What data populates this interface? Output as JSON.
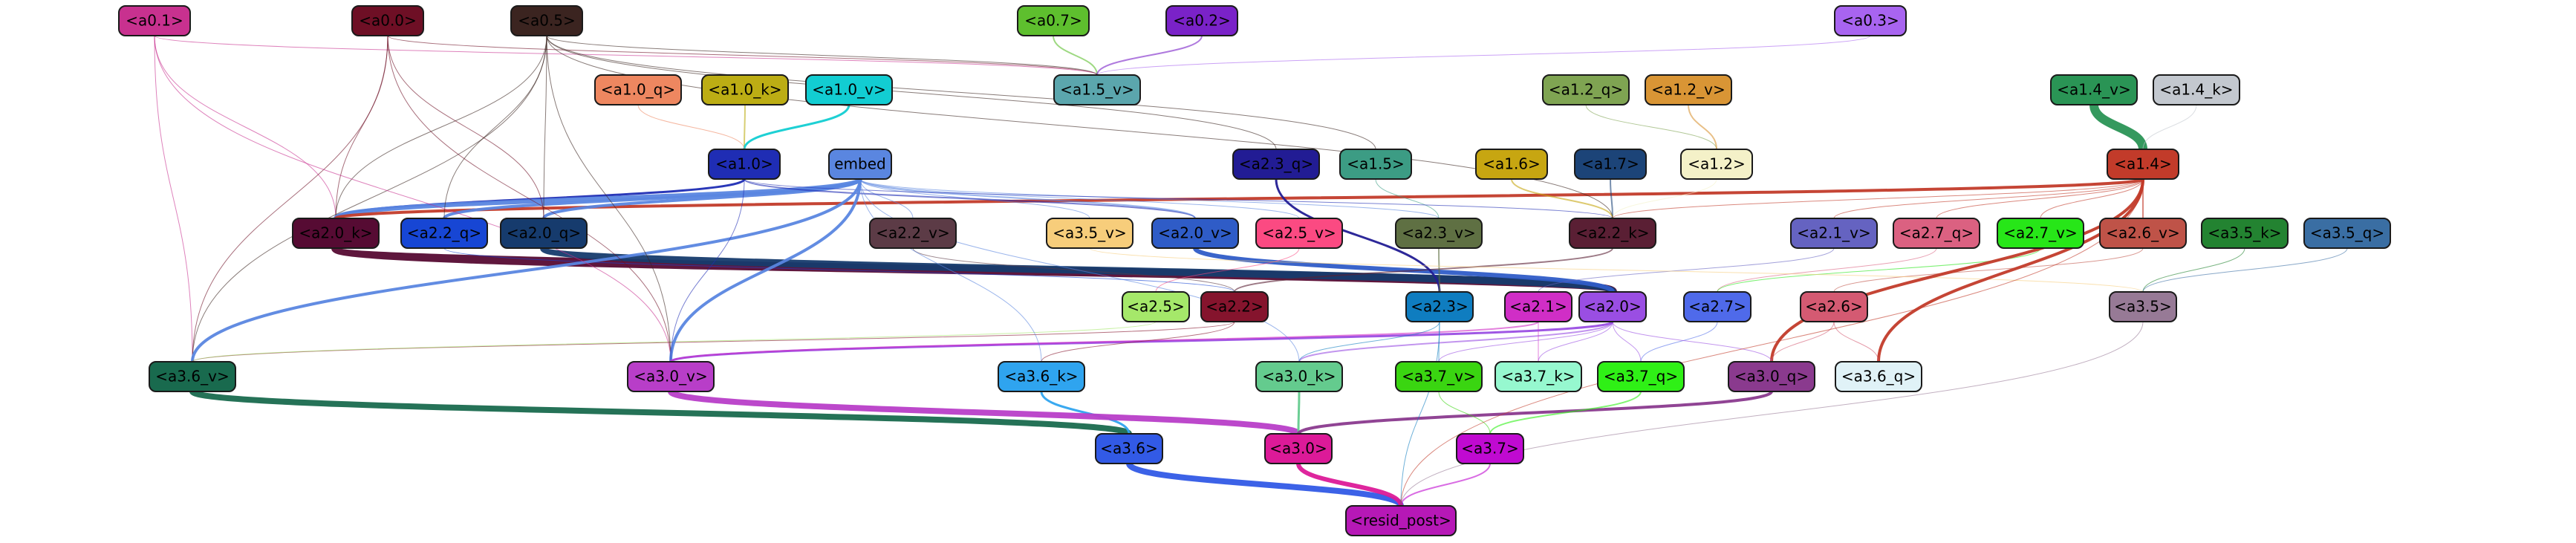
{
  "nodes": [
    {
      "id": "a0_1",
      "label": "<a0.1>",
      "fill": "#c8318f",
      "text": "#000000"
    },
    {
      "id": "a0_0",
      "label": "<a0.0>",
      "fill": "#6e0f25",
      "text": "#000000"
    },
    {
      "id": "a0_5",
      "label": "<a0.5>",
      "fill": "#3b2420",
      "text": "#000000"
    },
    {
      "id": "a0_7",
      "label": "<a0.7>",
      "fill": "#5ebf2e",
      "text": "#000000"
    },
    {
      "id": "a0_2",
      "label": "<a0.2>",
      "fill": "#7a22c8",
      "text": "#000000"
    },
    {
      "id": "a0_3",
      "label": "<a0.3>",
      "fill": "#a864f0",
      "text": "#000000"
    },
    {
      "id": "a1_5_v",
      "label": "<a1.5_v>",
      "fill": "#5ba6ad",
      "text": "#000000"
    },
    {
      "id": "a1_0_q",
      "label": "<a1.0_q>",
      "fill": "#ee8760",
      "text": "#000000"
    },
    {
      "id": "a1_0_k",
      "label": "<a1.0_k>",
      "fill": "#bcad14",
      "text": "#000000"
    },
    {
      "id": "a1_0_v",
      "label": "<a1.0_v>",
      "fill": "#12cdd2",
      "text": "#000000"
    },
    {
      "id": "a1_2_q",
      "label": "<a1.2_q>",
      "fill": "#7fa452",
      "text": "#000000"
    },
    {
      "id": "a1_2_v",
      "label": "<a1.2_v>",
      "fill": "#d99535",
      "text": "#000000"
    },
    {
      "id": "a1_4_v",
      "label": "<a1.4_v>",
      "fill": "#2a9455",
      "text": "#000000"
    },
    {
      "id": "a1_4_k",
      "label": "<a1.4_k>",
      "fill": "#c3c8cf",
      "text": "#000000"
    },
    {
      "id": "a1_0",
      "label": "<a1.0>",
      "fill": "#1f2db4",
      "text": "#000000"
    },
    {
      "id": "embed",
      "label": "embed",
      "fill": "#5a86e0",
      "text": "#000000"
    },
    {
      "id": "a2_3_q",
      "label": "<a2.3_q>",
      "fill": "#221c94",
      "text": "#000000"
    },
    {
      "id": "a1_5",
      "label": "<a1.5>",
      "fill": "#3c9c84",
      "text": "#000000"
    },
    {
      "id": "a1_6",
      "label": "<a1.6>",
      "fill": "#c7a611",
      "text": "#000000"
    },
    {
      "id": "a1_7",
      "label": "<a1.7>",
      "fill": "#1c4478",
      "text": "#000000"
    },
    {
      "id": "a1_2",
      "label": "<a1.2>",
      "fill": "#f4f1c8",
      "text": "#000000"
    },
    {
      "id": "a1_4",
      "label": "<a1.4>",
      "fill": "#c23b2a",
      "text": "#000000"
    },
    {
      "id": "a2_0_k",
      "label": "<a2.0_k>",
      "fill": "#560b33",
      "text": "#000000"
    },
    {
      "id": "a2_2_q",
      "label": "<a2.2_q>",
      "fill": "#1746d4",
      "text": "#000000"
    },
    {
      "id": "a2_0_q",
      "label": "<a2.0_q>",
      "fill": "#163b6d",
      "text": "#000000"
    },
    {
      "id": "a2_2_v",
      "label": "<a2.2_v>",
      "fill": "#5c3b46",
      "text": "#000000"
    },
    {
      "id": "a3_5_v",
      "label": "<a3.5_v>",
      "fill": "#f7cd7b",
      "text": "#000000"
    },
    {
      "id": "a2_0_v",
      "label": "<a2.0_v>",
      "fill": "#2f5cc7",
      "text": "#000000"
    },
    {
      "id": "a2_5_v",
      "label": "<a2.5_v>",
      "fill": "#fb4a82",
      "text": "#000000"
    },
    {
      "id": "a2_3_v",
      "label": "<a2.3_v>",
      "fill": "#5f7043",
      "text": "#000000"
    },
    {
      "id": "a2_2_k",
      "label": "<a2.2_k>",
      "fill": "#5a1f34",
      "text": "#000000"
    },
    {
      "id": "a2_1_v",
      "label": "<a2.1_v>",
      "fill": "#6563c1",
      "text": "#000000"
    },
    {
      "id": "a2_7_q",
      "label": "<a2.7_q>",
      "fill": "#db6181",
      "text": "#000000"
    },
    {
      "id": "a2_7_v",
      "label": "<a2.7_v>",
      "fill": "#27e618",
      "text": "#000000"
    },
    {
      "id": "a2_6_v",
      "label": "<a2.6_v>",
      "fill": "#bf5348",
      "text": "#000000"
    },
    {
      "id": "a3_5_k",
      "label": "<a3.5_k>",
      "fill": "#238331",
      "text": "#000000"
    },
    {
      "id": "a3_5_q",
      "label": "<a3.5_q>",
      "fill": "#3a6ea3",
      "text": "#000000"
    },
    {
      "id": "a2_5",
      "label": "<a2.5>",
      "fill": "#a5e86a",
      "text": "#000000"
    },
    {
      "id": "a2_2",
      "label": "<a2.2>",
      "fill": "#85142d",
      "text": "#000000"
    },
    {
      "id": "a2_3",
      "label": "<a2.3>",
      "fill": "#0f7dc0",
      "text": "#000000"
    },
    {
      "id": "a2_1",
      "label": "<a2.1>",
      "fill": "#d02ec6",
      "text": "#000000"
    },
    {
      "id": "a2_0",
      "label": "<a2.0>",
      "fill": "#9a4ee3",
      "text": "#000000"
    },
    {
      "id": "a2_7",
      "label": "<a2.7>",
      "fill": "#4f6aea",
      "text": "#000000"
    },
    {
      "id": "a2_6",
      "label": "<a2.6>",
      "fill": "#d45a72",
      "text": "#000000"
    },
    {
      "id": "a3_5",
      "label": "<a3.5>",
      "fill": "#977a96",
      "text": "#000000"
    },
    {
      "id": "a3_6_v",
      "label": "<a3.6_v>",
      "fill": "#196a4e",
      "text": "#000000"
    },
    {
      "id": "a3_0_v",
      "label": "<a3.0_v>",
      "fill": "#b83ec8",
      "text": "#000000"
    },
    {
      "id": "a3_6_k",
      "label": "<a3.6_k>",
      "fill": "#2fa4ef",
      "text": "#000000"
    },
    {
      "id": "a3_0_k",
      "label": "<a3.0_k>",
      "fill": "#64cb8e",
      "text": "#000000"
    },
    {
      "id": "a3_7_v",
      "label": "<a3.7_v>",
      "fill": "#3ad511",
      "text": "#000000"
    },
    {
      "id": "a3_7_k",
      "label": "<a3.7_k>",
      "fill": "#96f8cf",
      "text": "#000000"
    },
    {
      "id": "a3_7_q",
      "label": "<a3.7_q>",
      "fill": "#2ff016",
      "text": "#000000"
    },
    {
      "id": "a3_0_q",
      "label": "<a3.0_q>",
      "fill": "#8a3a8e",
      "text": "#000000"
    },
    {
      "id": "a3_6_q",
      "label": "<a3.6_q>",
      "fill": "#e0f2f7",
      "text": "#000000"
    },
    {
      "id": "a3_6",
      "label": "<a3.6>",
      "fill": "#325ae6",
      "text": "#000000"
    },
    {
      "id": "a3_0",
      "label": "<a3.0>",
      "fill": "#dc1a98",
      "text": "#000000"
    },
    {
      "id": "a3_7",
      "label": "<a3.7>",
      "fill": "#c00ad1",
      "text": "#000000"
    },
    {
      "id": "resid_post",
      "label": "<resid_post>",
      "fill": "#b618b6",
      "text": "#000000"
    }
  ],
  "edges": [
    {
      "from": "a0_7",
      "to": "a1_5_v",
      "color": "#5ebf2e",
      "width": 2
    },
    {
      "from": "a0_2",
      "to": "a1_5_v",
      "color": "#7a22c8",
      "width": 2
    },
    {
      "from": "a0_3",
      "to": "a1_5_v",
      "color": "#a864f0",
      "width": 1
    },
    {
      "from": "a0_0",
      "to": "a1_5_v",
      "color": "#6e0f25",
      "width": 1
    },
    {
      "from": "a0_1",
      "to": "a1_5_v",
      "color": "#c8318f",
      "width": 1
    },
    {
      "from": "a0_5",
      "to": "a1_5_v",
      "color": "#3b2420",
      "width": 1
    },
    {
      "from": "a1_0_k",
      "to": "a1_0",
      "color": "#bcad14",
      "width": 2
    },
    {
      "from": "a1_0_v",
      "to": "a1_0",
      "color": "#12cdd2",
      "width": 3
    },
    {
      "from": "a1_0_q",
      "to": "a1_0",
      "color": "#ee8760",
      "width": 1
    },
    {
      "from": "a1_2_q",
      "to": "a1_2",
      "color": "#7fa452",
      "width": 1
    },
    {
      "from": "a1_2_v",
      "to": "a1_2",
      "color": "#d99535",
      "width": 2
    },
    {
      "from": "a1_4_v",
      "to": "a1_4",
      "color": "#2a9455",
      "width": 12
    },
    {
      "from": "a1_4_k",
      "to": "a1_4",
      "color": "#c3c8cf",
      "width": 1
    },
    {
      "from": "a0_5",
      "to": "a2_3_q",
      "color": "#3b2420",
      "width": 1
    },
    {
      "from": "a0_5",
      "to": "a1_5",
      "color": "#3b2420",
      "width": 1
    },
    {
      "from": "a0_0",
      "to": "a2_0_k",
      "color": "#6e0f25",
      "width": 1
    },
    {
      "from": "a0_1",
      "to": "a2_0_k",
      "color": "#c8318f",
      "width": 1
    },
    {
      "from": "a0_5",
      "to": "a2_0_k",
      "color": "#3b2420",
      "width": 1
    },
    {
      "from": "a1_0",
      "to": "a2_0_k",
      "color": "#1f2db4",
      "width": 3
    },
    {
      "from": "embed",
      "to": "a2_0_k",
      "color": "#5a86e0",
      "width": 6
    },
    {
      "from": "a1_4",
      "to": "a2_0_k",
      "color": "#c23b2a",
      "width": 4
    },
    {
      "from": "embed",
      "to": "a2_2_q",
      "color": "#5a86e0",
      "width": 4
    },
    {
      "from": "a0_5",
      "to": "a2_2_q",
      "color": "#3b2420",
      "width": 1
    },
    {
      "from": "embed",
      "to": "a2_0_q",
      "color": "#5a86e0",
      "width": 4
    },
    {
      "from": "a0_5",
      "to": "a2_0_q",
      "color": "#3b2420",
      "width": 1
    },
    {
      "from": "a0_0",
      "to": "a2_0_q",
      "color": "#6e0f25",
      "width": 1
    },
    {
      "from": "embed",
      "to": "a2_2_v",
      "color": "#5a86e0",
      "width": 1
    },
    {
      "from": "embed",
      "to": "a3_5_v",
      "color": "#5a86e0",
      "width": 1
    },
    {
      "from": "a1_0",
      "to": "a2_0_v",
      "color": "#1f2db4",
      "width": 2
    },
    {
      "from": "embed",
      "to": "a2_0_v",
      "color": "#5a86e0",
      "width": 2
    },
    {
      "from": "embed",
      "to": "a2_5_v",
      "color": "#5a86e0",
      "width": 1
    },
    {
      "from": "embed",
      "to": "a2_3_v",
      "color": "#5a86e0",
      "width": 1
    },
    {
      "from": "a1_5",
      "to": "a2_3_v",
      "color": "#3c9c84",
      "width": 1
    },
    {
      "from": "a1_7",
      "to": "a2_2_k",
      "color": "#1c4478",
      "width": 2
    },
    {
      "from": "a1_6",
      "to": "a2_2_k",
      "color": "#c7a611",
      "width": 2
    },
    {
      "from": "a1_2",
      "to": "a2_2_k",
      "color": "#f4f1c8",
      "width": 1
    },
    {
      "from": "a1_0",
      "to": "a2_2_k",
      "color": "#1f2db4",
      "width": 1
    },
    {
      "from": "a1_4",
      "to": "a2_2_k",
      "color": "#c23b2a",
      "width": 1
    },
    {
      "from": "a0_5",
      "to": "a2_2_k",
      "color": "#3b2420",
      "width": 1
    },
    {
      "from": "a1_4",
      "to": "a2_1_v",
      "color": "#c23b2a",
      "width": 1
    },
    {
      "from": "a1_4",
      "to": "a2_7_q",
      "color": "#c23b2a",
      "width": 1
    },
    {
      "from": "a1_4",
      "to": "a2_7_v",
      "color": "#c23b2a",
      "width": 1
    },
    {
      "from": "a1_4",
      "to": "a2_6_v",
      "color": "#c23b2a",
      "width": 2
    },
    {
      "from": "a2_0_k",
      "to": "a2_0",
      "color": "#560b33",
      "width": 12
    },
    {
      "from": "a2_0_q",
      "to": "a2_0",
      "color": "#163b6d",
      "width": 10
    },
    {
      "from": "a2_0_v",
      "to": "a2_0",
      "color": "#2f5cc7",
      "width": 6
    },
    {
      "from": "a2_2_k",
      "to": "a2_2",
      "color": "#5a1f34",
      "width": 2
    },
    {
      "from": "a2_2_q",
      "to": "a2_2",
      "color": "#1746d4",
      "width": 1
    },
    {
      "from": "a2_2_v",
      "to": "a2_2",
      "color": "#5c3b46",
      "width": 1
    },
    {
      "from": "a2_3_q",
      "to": "a2_3",
      "color": "#221c94",
      "width": 3
    },
    {
      "from": "a2_3_v",
      "to": "a2_3",
      "color": "#5f7043",
      "width": 2
    },
    {
      "from": "a2_5_v",
      "to": "a2_5",
      "color": "#fb4a82",
      "width": 1
    },
    {
      "from": "a2_1_v",
      "to": "a2_1",
      "color": "#6563c1",
      "width": 1
    },
    {
      "from": "a2_7_q",
      "to": "a2_7",
      "color": "#db6181",
      "width": 1
    },
    {
      "from": "a2_7_v",
      "to": "a2_7",
      "color": "#27e618",
      "width": 1
    },
    {
      "from": "a2_6_v",
      "to": "a2_6",
      "color": "#bf5348",
      "width": 1
    },
    {
      "from": "a3_5_k",
      "to": "a3_5",
      "color": "#238331",
      "width": 1
    },
    {
      "from": "a3_5_q",
      "to": "a3_5",
      "color": "#3a6ea3",
      "width": 1
    },
    {
      "from": "a3_5_v",
      "to": "a3_5",
      "color": "#f7cd7b",
      "width": 1
    },
    {
      "from": "a0_1",
      "to": "a3_6_v",
      "color": "#c8318f",
      "width": 1
    },
    {
      "from": "a0_0",
      "to": "a3_6_v",
      "color": "#6e0f25",
      "width": 1
    },
    {
      "from": "a0_5",
      "to": "a3_6_v",
      "color": "#3b2420",
      "width": 1
    },
    {
      "from": "embed",
      "to": "a3_6_v",
      "color": "#5a86e0",
      "width": 4
    },
    {
      "from": "a2_2",
      "to": "a3_6_v",
      "color": "#85142d",
      "width": 1
    },
    {
      "from": "a2_5",
      "to": "a3_6_v",
      "color": "#a5e86a",
      "width": 1
    },
    {
      "from": "a0_1",
      "to": "a3_0_v",
      "color": "#c8318f",
      "width": 1
    },
    {
      "from": "a0_0",
      "to": "a3_0_v",
      "color": "#6e0f25",
      "width": 1
    },
    {
      "from": "a0_5",
      "to": "a3_0_v",
      "color": "#3b2420",
      "width": 1
    },
    {
      "from": "embed",
      "to": "a3_0_v",
      "color": "#5a86e0",
      "width": 4
    },
    {
      "from": "a1_0",
      "to": "a3_0_v",
      "color": "#1f2db4",
      "width": 1
    },
    {
      "from": "a2_0",
      "to": "a3_0_v",
      "color": "#9a4ee3",
      "width": 3
    },
    {
      "from": "a2_1",
      "to": "a3_0_v",
      "color": "#d02ec6",
      "width": 2
    },
    {
      "from": "a2_2",
      "to": "a3_6_k",
      "color": "#85142d",
      "width": 1
    },
    {
      "from": "embed",
      "to": "a3_6_k",
      "color": "#5a86e0",
      "width": 1
    },
    {
      "from": "a2_0",
      "to": "a3_0_k",
      "color": "#9a4ee3",
      "width": 2
    },
    {
      "from": "a2_3",
      "to": "a3_0_k",
      "color": "#0f7dc0",
      "width": 1
    },
    {
      "from": "embed",
      "to": "a3_0_k",
      "color": "#5a86e0",
      "width": 1
    },
    {
      "from": "a2_0",
      "to": "a3_7_v",
      "color": "#9a4ee3",
      "width": 1
    },
    {
      "from": "a2_3",
      "to": "a3_7_v",
      "color": "#0f7dc0",
      "width": 1
    },
    {
      "from": "a2_0",
      "to": "a3_7_k",
      "color": "#9a4ee3",
      "width": 1
    },
    {
      "from": "a2_1",
      "to": "a3_7_k",
      "color": "#d02ec6",
      "width": 1
    },
    {
      "from": "a2_0",
      "to": "a3_7_q",
      "color": "#9a4ee3",
      "width": 1
    },
    {
      "from": "a2_7",
      "to": "a3_7_q",
      "color": "#4f6aea",
      "width": 1
    },
    {
      "from": "a1_4",
      "to": "a3_0_q",
      "color": "#c23b2a",
      "width": 4
    },
    {
      "from": "a2_6",
      "to": "a3_0_q",
      "color": "#d45a72",
      "width": 1
    },
    {
      "from": "a2_0",
      "to": "a3_0_q",
      "color": "#9a4ee3",
      "width": 1
    },
    {
      "from": "a1_4",
      "to": "a3_6_q",
      "color": "#c23b2a",
      "width": 4
    },
    {
      "from": "a2_6",
      "to": "a3_6_q",
      "color": "#d45a72",
      "width": 1
    },
    {
      "from": "a3_6_v",
      "to": "a3_6",
      "color": "#196a4e",
      "width": 8
    },
    {
      "from": "a3_6_k",
      "to": "a3_6",
      "color": "#2fa4ef",
      "width": 3
    },
    {
      "from": "a3_0_v",
      "to": "a3_0",
      "color": "#b83ec8",
      "width": 8
    },
    {
      "from": "a3_0_k",
      "to": "a3_0",
      "color": "#64cb8e",
      "width": 3
    },
    {
      "from": "a3_0_q",
      "to": "a3_0",
      "color": "#8a3a8e",
      "width": 4
    },
    {
      "from": "a3_7_v",
      "to": "a3_7",
      "color": "#3ad511",
      "width": 1
    },
    {
      "from": "a3_7_q",
      "to": "a3_7",
      "color": "#2ff016",
      "width": 2
    },
    {
      "from": "a3_6",
      "to": "resid_post",
      "color": "#325ae6",
      "width": 8
    },
    {
      "from": "a3_0",
      "to": "resid_post",
      "color": "#dc1a98",
      "width": 6
    },
    {
      "from": "a3_7",
      "to": "resid_post",
      "color": "#c00ad1",
      "width": 2
    },
    {
      "from": "a3_5",
      "to": "resid_post",
      "color": "#977a96",
      "width": 1
    },
    {
      "from": "a2_3",
      "to": "resid_post",
      "color": "#0f7dc0",
      "width": 1
    },
    {
      "from": "a1_4",
      "to": "resid_post",
      "color": "#c23b2a",
      "width": 1
    }
  ]
}
